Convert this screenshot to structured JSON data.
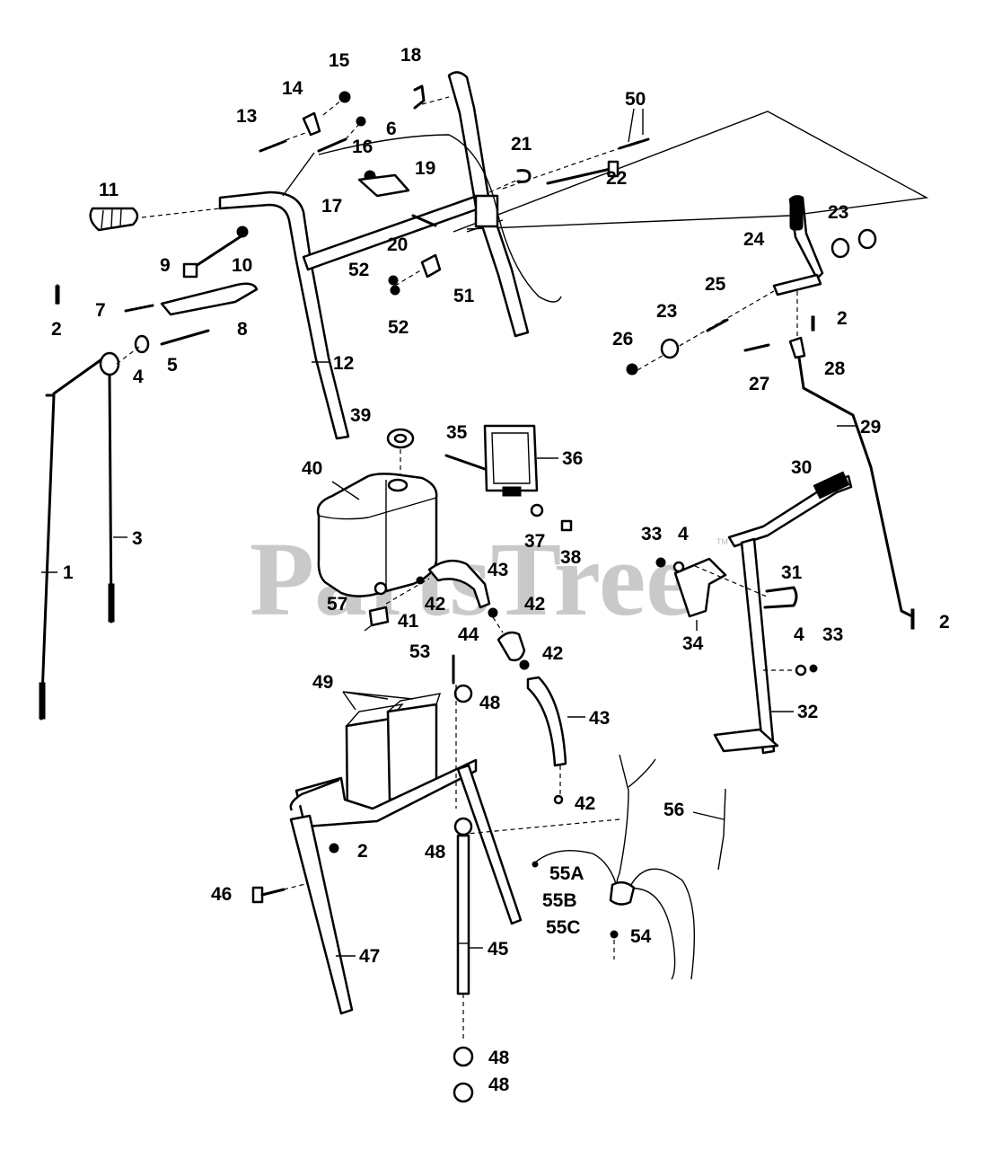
{
  "watermark": {
    "text": "PartsTree",
    "trademark": "TM"
  },
  "labels": {
    "p1": "1",
    "p2a": "2",
    "p2b": "2",
    "p2c": "2",
    "p2d": "2",
    "p3": "3",
    "p4a": "4",
    "p4b": "4",
    "p4c": "4",
    "p5": "5",
    "p6": "6",
    "p7": "7",
    "p8": "8",
    "p9": "9",
    "p10": "10",
    "p11": "11",
    "p12": "12",
    "p13": "13",
    "p14": "14",
    "p15": "15",
    "p16": "16",
    "p17": "17",
    "p18": "18",
    "p19": "19",
    "p20": "20",
    "p21": "21",
    "p22": "22",
    "p23a": "23",
    "p23b": "23",
    "p24": "24",
    "p25": "25",
    "p26": "26",
    "p27": "27",
    "p28": "28",
    "p29": "29",
    "p30": "30",
    "p31": "31",
    "p32": "32",
    "p33a": "33",
    "p33b": "33",
    "p34": "34",
    "p35": "35",
    "p36": "36",
    "p37": "37",
    "p38": "38",
    "p39": "39",
    "p40": "40",
    "p41": "41",
    "p42a": "42",
    "p42b": "42",
    "p42c": "42",
    "p42d": "42",
    "p43a": "43",
    "p43b": "43",
    "p44": "44",
    "p45": "45",
    "p46": "46",
    "p47": "47",
    "p48a": "48",
    "p48b": "48",
    "p48c": "48",
    "p48d": "48",
    "p49": "49",
    "p50": "50",
    "p51": "51",
    "p52a": "52",
    "p52b": "52",
    "p53": "53",
    "p54": "54",
    "p55a": "55A",
    "p55b": "55B",
    "p55c": "55C",
    "p56": "56",
    "p57": "57"
  }
}
